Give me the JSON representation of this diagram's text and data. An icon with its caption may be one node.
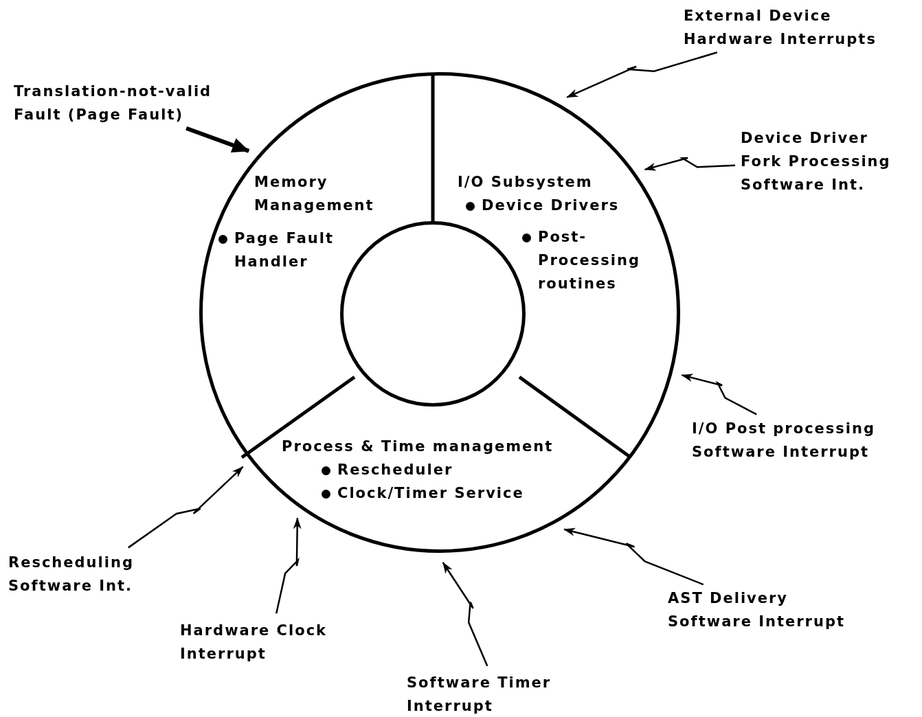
{
  "diagram": {
    "nodes": [
      {
        "text": [],
        "shape": "circle"
      },
      {
        "text": [
          "Memory Management",
          "Page Fault Handler"
        ],
        "in": 0
      },
      {
        "text": [
          "I/O Subsystem",
          "Device Drivers",
          "Post-Processing routines"
        ],
        "in": 0
      },
      {
        "text": [
          "Process & Time management",
          "Rescheduler",
          "Clock/Timer Service"
        ],
        "in": 0
      },
      {
        "text": [],
        "shape": "circle",
        "in": 0
      },
      {
        "text": [
          "Translation-not-valid Fault (Page Fault)"
        ]
      },
      {
        "text": [
          "External Device Hardware Interrupts"
        ]
      },
      {
        "text": [
          "Device Driver Fork Processing Software Int."
        ]
      },
      {
        "text": [
          "I/O Post processing Software Interrupt"
        ]
      },
      {
        "text": [
          "AST Delivery Software Interrupt"
        ]
      },
      {
        "text": [
          "Software Timer Interrupt"
        ]
      },
      {
        "text": [
          "Hardware Clock Interrupt"
        ]
      },
      {
        "text": [
          "Rescheduling Software Int."
        ]
      }
    ],
    "edges": [
      {
        "from": 5,
        "to": 0,
        "arrow": "to",
        "style": "thick"
      },
      {
        "from": 6,
        "to": 0,
        "arrow": "to"
      },
      {
        "from": 7,
        "to": 0,
        "arrow": "to"
      },
      {
        "from": 8,
        "to": 0,
        "arrow": "to"
      },
      {
        "from": 9,
        "to": 0,
        "arrow": "to"
      },
      {
        "from": 10,
        "to": 0,
        "arrow": "to"
      },
      {
        "from": 11,
        "to": 0,
        "arrow": "to"
      },
      {
        "from": 12,
        "to": 0,
        "arrow": "to"
      }
    ]
  }
}
